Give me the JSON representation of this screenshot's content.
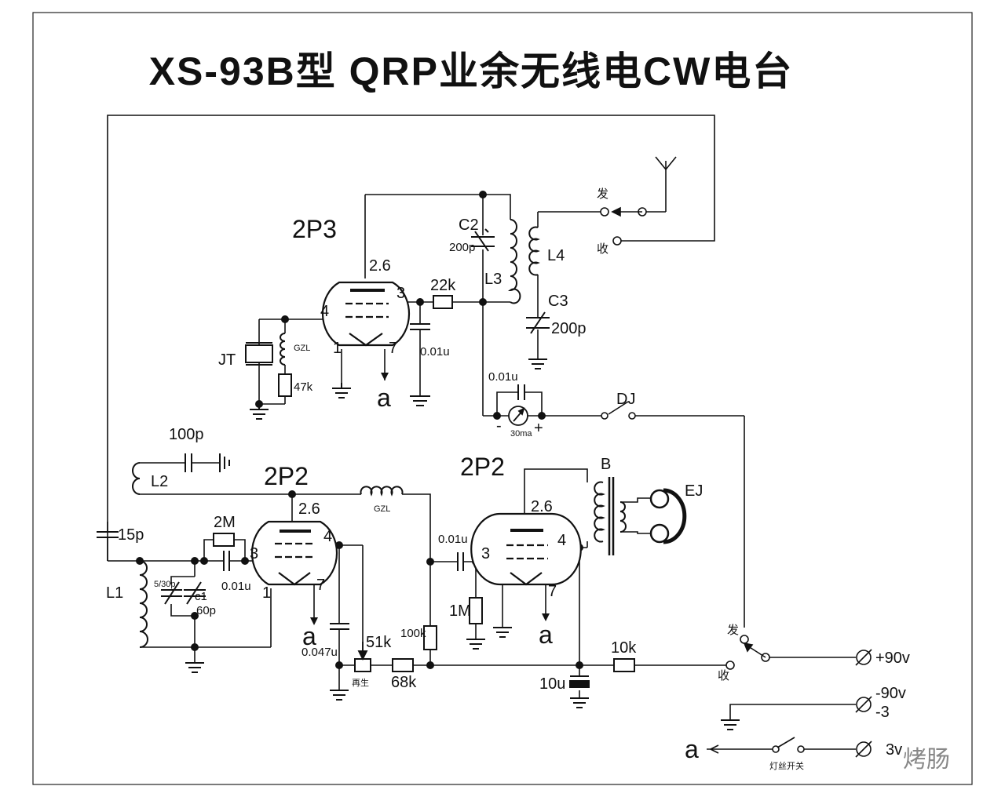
{
  "title": "XS-93B型 QRP业余无线电CW电台",
  "watermark": "烤肠",
  "tubes": {
    "top": "2P3",
    "left": "2P2",
    "right": "2P2"
  },
  "pins": {
    "p26": "2.6",
    "p3": "3",
    "p4": "4",
    "p1": "1",
    "p7": "7"
  },
  "labels": {
    "C2": "C2",
    "C2v": "200p",
    "L3": "L3",
    "L4": "L4",
    "C3": "C3",
    "C3v": "200p",
    "R22k": "22k",
    "C001": "0.01u",
    "JT": "JT",
    "GZL": "GZL",
    "R47k": "47k",
    "a": "a",
    "C001m": "0.01u",
    "meter": "30ma",
    "minus": "-",
    "plus": "+",
    "DJ": "DJ",
    "fa": "发",
    "shou": "收",
    "C100p": "100p",
    "L2": "L2",
    "GZL2": "GZL",
    "B": "B",
    "EJ": "EJ",
    "C15p": "15p",
    "L1": "L1",
    "R2M": "2M",
    "C001b": "0.01u",
    "C530p": "5/30p",
    "C1": "c1",
    "C60p": "60p",
    "C0047": "0.047u",
    "R51k": "51k",
    "zaisheng": "再生",
    "R68k": "68k",
    "R100k": "100k",
    "C001c": "0.01u",
    "R1M": "1M",
    "C10u": "10u",
    "R10k": "10k",
    "p90": "+90v",
    "m90": "-90v",
    "m3": "-3",
    "p3v": "3v",
    "filament": "灯丝开关"
  }
}
